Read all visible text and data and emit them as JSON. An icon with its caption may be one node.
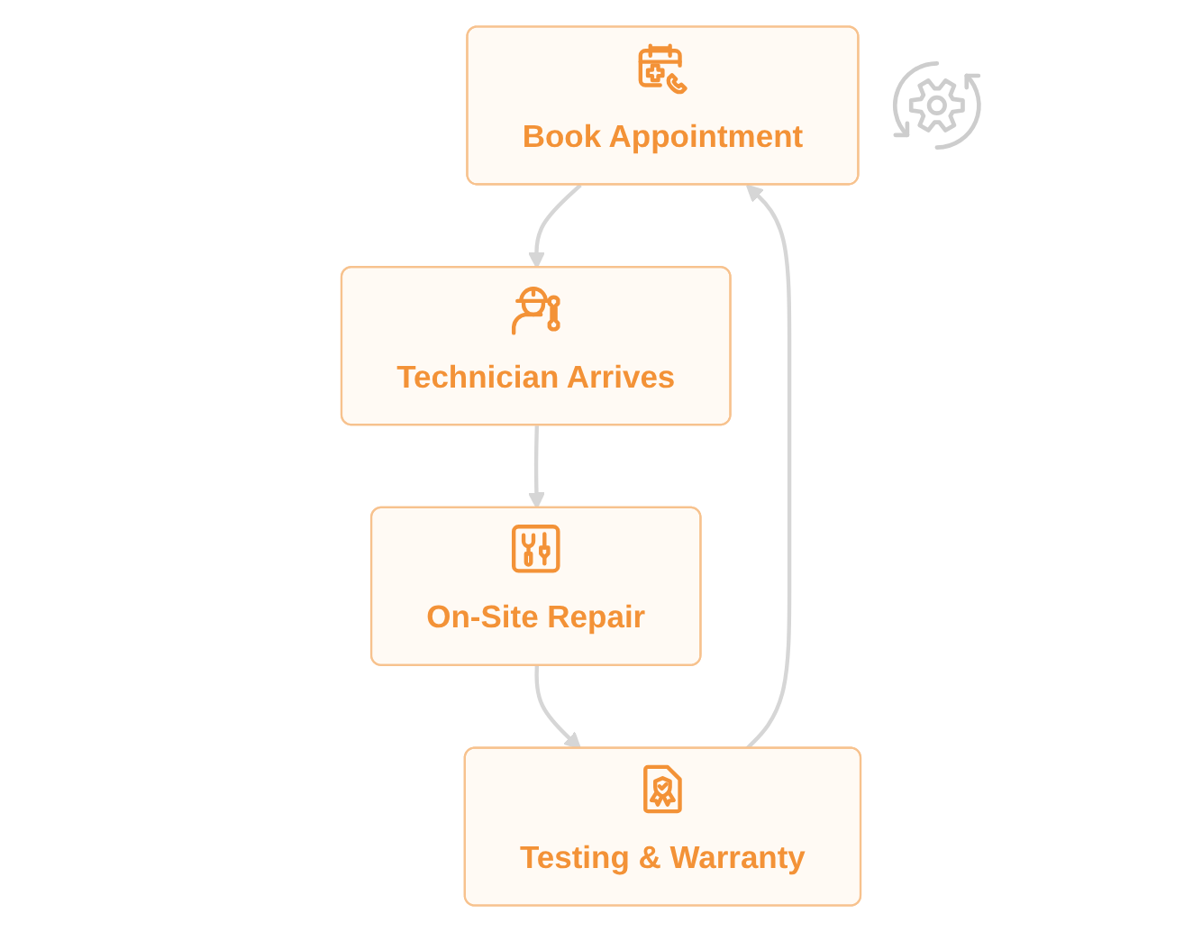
{
  "diagram": {
    "nodes": [
      {
        "text": [
          "Book Appointment"
        ]
      },
      {
        "text": [
          "Technician Arrives"
        ]
      },
      {
        "text": [
          "On-Site Repair"
        ]
      },
      {
        "text": [
          "Testing & Warranty"
        ]
      },
      {
        "text": [],
        "shape": "picture"
      }
    ],
    "edges": [
      {
        "from": 0,
        "to": 1,
        "arrow": "to"
      },
      {
        "from": 1,
        "to": 2,
        "arrow": "to"
      },
      {
        "from": 2,
        "to": 3,
        "arrow": "to"
      },
      {
        "from": 3,
        "to": 0,
        "arrow": "to"
      }
    ]
  }
}
